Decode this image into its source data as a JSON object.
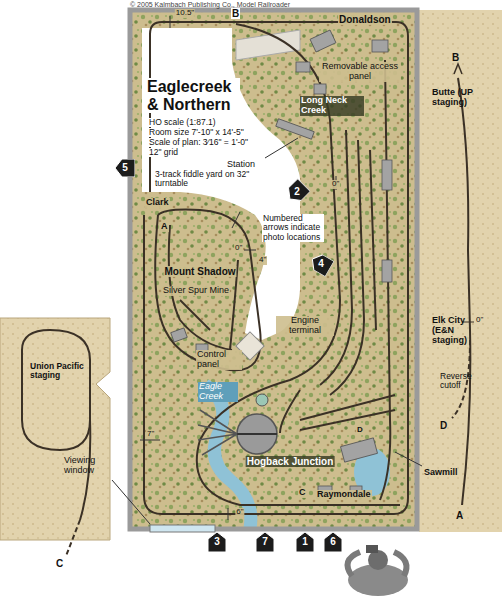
{
  "diagram": {
    "title": "Eaglecreek & Northern",
    "nodes": [
      {
        "text": [
          "5"
        ]
      },
      {
        "text": [
          "2"
        ]
      },
      {
        "text": [
          "4"
        ]
      },
      {
        "text": [
          "3"
        ]
      },
      {
        "text": [
          "7"
        ]
      },
      {
        "text": [
          "1"
        ]
      },
      {
        "text": [
          "6"
        ]
      }
    ],
    "labels": [
      "© 2005 Kalmbach Publishing Co., Model Railroader",
      "10.5\"",
      "B",
      "Donaldson",
      "Removable access panel",
      "HO scale (1:87.1)",
      "Room size 7'-10\" x 14'-5\"",
      "Scale of plan: 3⁄16\" = 1'-0\"",
      "12\" grid",
      "Long Neck Creek",
      "Station",
      "3-track fiddle yard on 32\" turntable",
      "0\"",
      "Clark",
      "A",
      "Numbered arrows indicate photo locations",
      "0\"",
      "4\"",
      "Mount Shadow",
      "Silver Spur Mine",
      "Engine terminal",
      "Control panel",
      "Eagle Creek",
      "7\"",
      "D",
      "Sawmill",
      "Hogback Junction",
      "C",
      "Raymondale",
      "6\"",
      "Viewing window",
      "B",
      "Butte (UP staging)",
      "0\"",
      "Elk City (E&N staging)",
      "Reverse cutoff",
      "D",
      "A",
      "Union Pacific staging",
      "C"
    ]
  }
}
